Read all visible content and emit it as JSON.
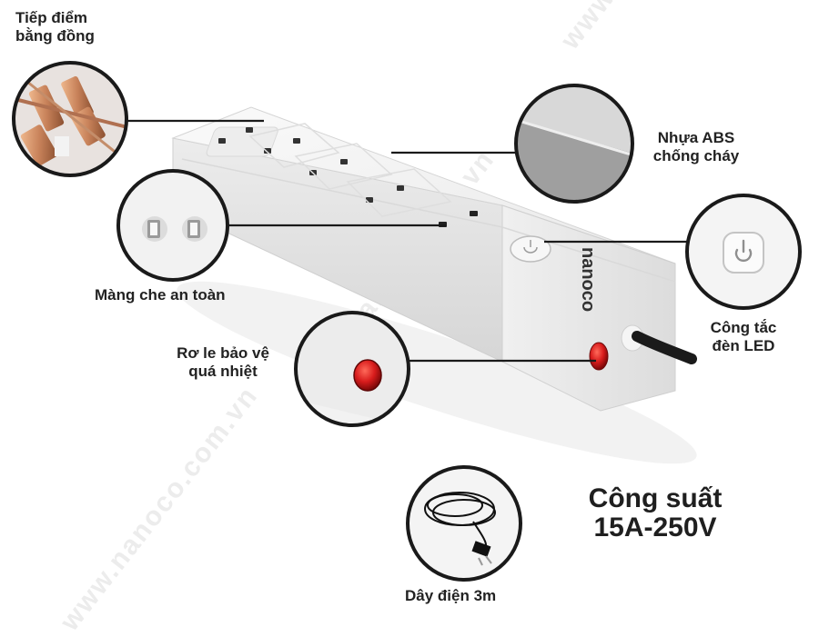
{
  "callouts": {
    "copper_contacts": {
      "line1": "Tiếp điểm",
      "line2": "bằng đồng"
    },
    "abs_plastic": {
      "line1": "Nhựa ABS",
      "line2": "chống cháy"
    },
    "safety_shutter": {
      "label": "Màng che an toàn"
    },
    "led_switch": {
      "line1": "Công tắc",
      "line2": "đèn LED"
    },
    "thermal_relay": {
      "line1": "Rơ le bảo vệ",
      "line2": "quá nhiệt"
    },
    "cable": {
      "label": "Dây điện 3m"
    }
  },
  "spec": {
    "line1": "Công suất",
    "line2": "15A-250V"
  },
  "brand": {
    "logo_text": "nanoco"
  },
  "watermark": {
    "text": "www.nanoco.com.vn"
  },
  "colors": {
    "relay_red": "#d81c1c",
    "body_white": "#f1f1f1",
    "copper": "#c8825a",
    "line": "#1a1a1a"
  }
}
